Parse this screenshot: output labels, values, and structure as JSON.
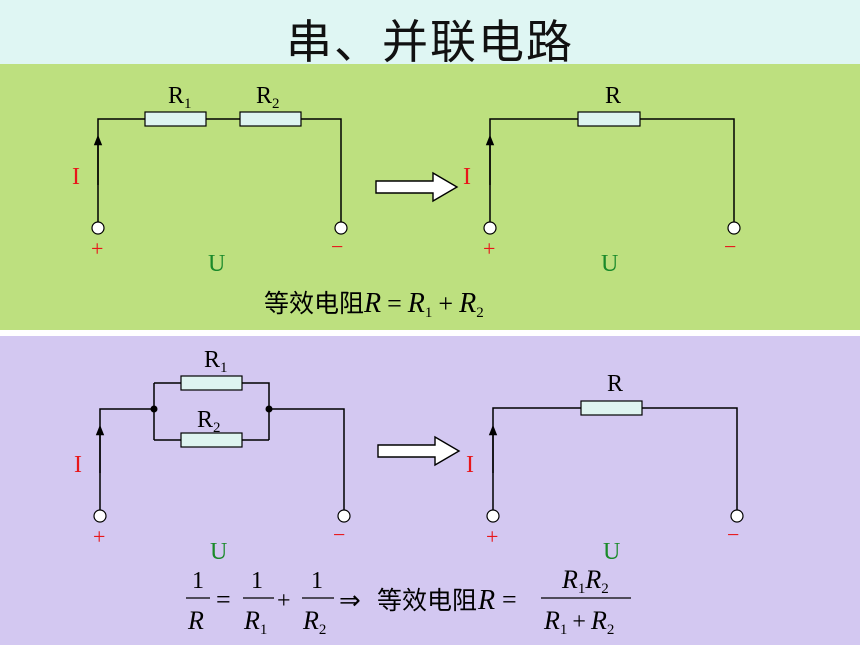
{
  "title": "串、并联电路",
  "series_circuit": {
    "r1_label": "R",
    "r1_sub": "1",
    "r2_label": "R",
    "r2_sub": "2",
    "current_label": "I",
    "voltage_label": "U",
    "plus_sign": "+",
    "minus_sign": "−",
    "equiv_r_label": "R",
    "formula": {
      "prefix": "等效电阻",
      "R": "R",
      "eq": "=",
      "R1": "R",
      "sub1": "1",
      "plus": "+",
      "R2": "R",
      "sub2": "2"
    }
  },
  "parallel_circuit": {
    "r1_label": "R",
    "r1_sub": "1",
    "r2_label": "R",
    "r2_sub": "2",
    "current_label": "I",
    "voltage_label": "U",
    "plus_sign": "+",
    "minus_sign": "−",
    "equiv_r_label": "R",
    "formula": {
      "one": "1",
      "R": "R",
      "eq": "=",
      "R1": "R",
      "sub1": "1",
      "R2": "R",
      "sub2": "2",
      "plus": "+",
      "implies": "⇒",
      "prefix": "等效电阻"
    }
  },
  "colors": {
    "title_band": "#dff6f3",
    "series_panel": "#bde07f",
    "parallel_panel": "#d3c8f1",
    "resistor_fill": "#def4f0",
    "current_label": "#e8161a",
    "voltage_label": "#1a8a2a",
    "terminal_sign": "#e8161a",
    "wire": "#000000"
  }
}
